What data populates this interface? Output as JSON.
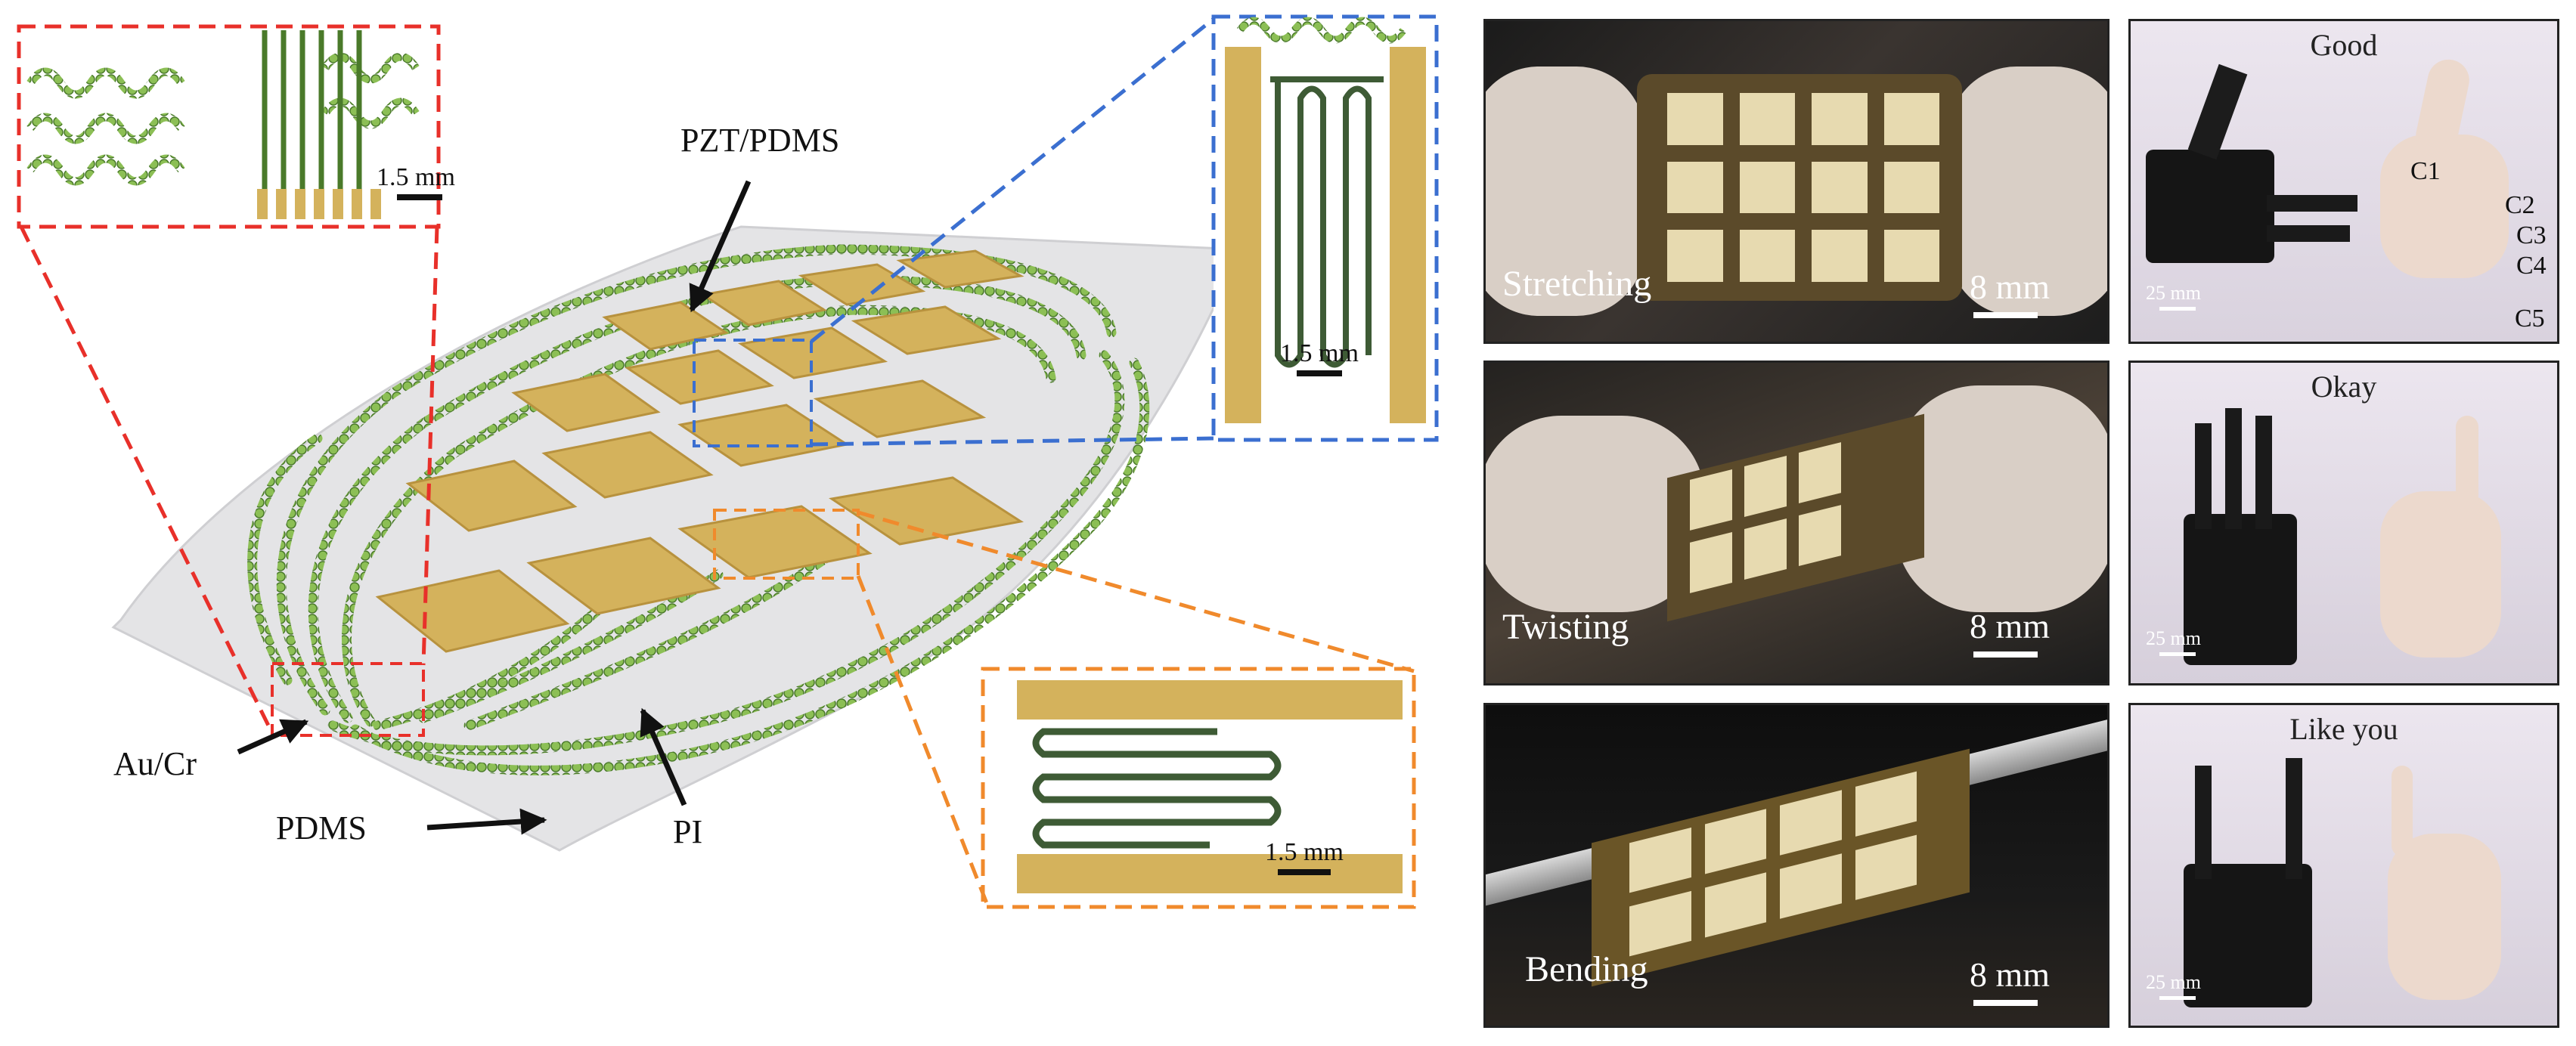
{
  "schematic": {
    "labels": {
      "pzt_pdms": "PZT/PDMS",
      "au_cr": "Au/Cr",
      "pdms": "PDMS",
      "pi": "PI"
    },
    "scale_bars": {
      "red_inset": "1.5 mm",
      "blue_inset": "1.5 mm",
      "orange_inset": "1.5 mm"
    },
    "colors": {
      "red_inset": "#e8302a",
      "blue_inset": "#3b6fd0",
      "orange_inset": "#f08a2c",
      "pad_gold": "#d4b25c",
      "trace_green": "#6ea83c",
      "substrate": "#e4e4e6"
    }
  },
  "photos": {
    "deformation": [
      {
        "caption": "Stretching",
        "scale": "8 mm"
      },
      {
        "caption": "Twisting",
        "scale": "8 mm"
      },
      {
        "caption": "Bending",
        "scale": "8 mm"
      }
    ],
    "gestures": [
      {
        "title": "Good",
        "scale": "25 mm",
        "channels": [
          "C1",
          "C2",
          "C3",
          "C4",
          "C5"
        ]
      },
      {
        "title": "Okay",
        "scale": "25 mm"
      },
      {
        "title": "Like you",
        "scale": "25 mm"
      }
    ]
  }
}
